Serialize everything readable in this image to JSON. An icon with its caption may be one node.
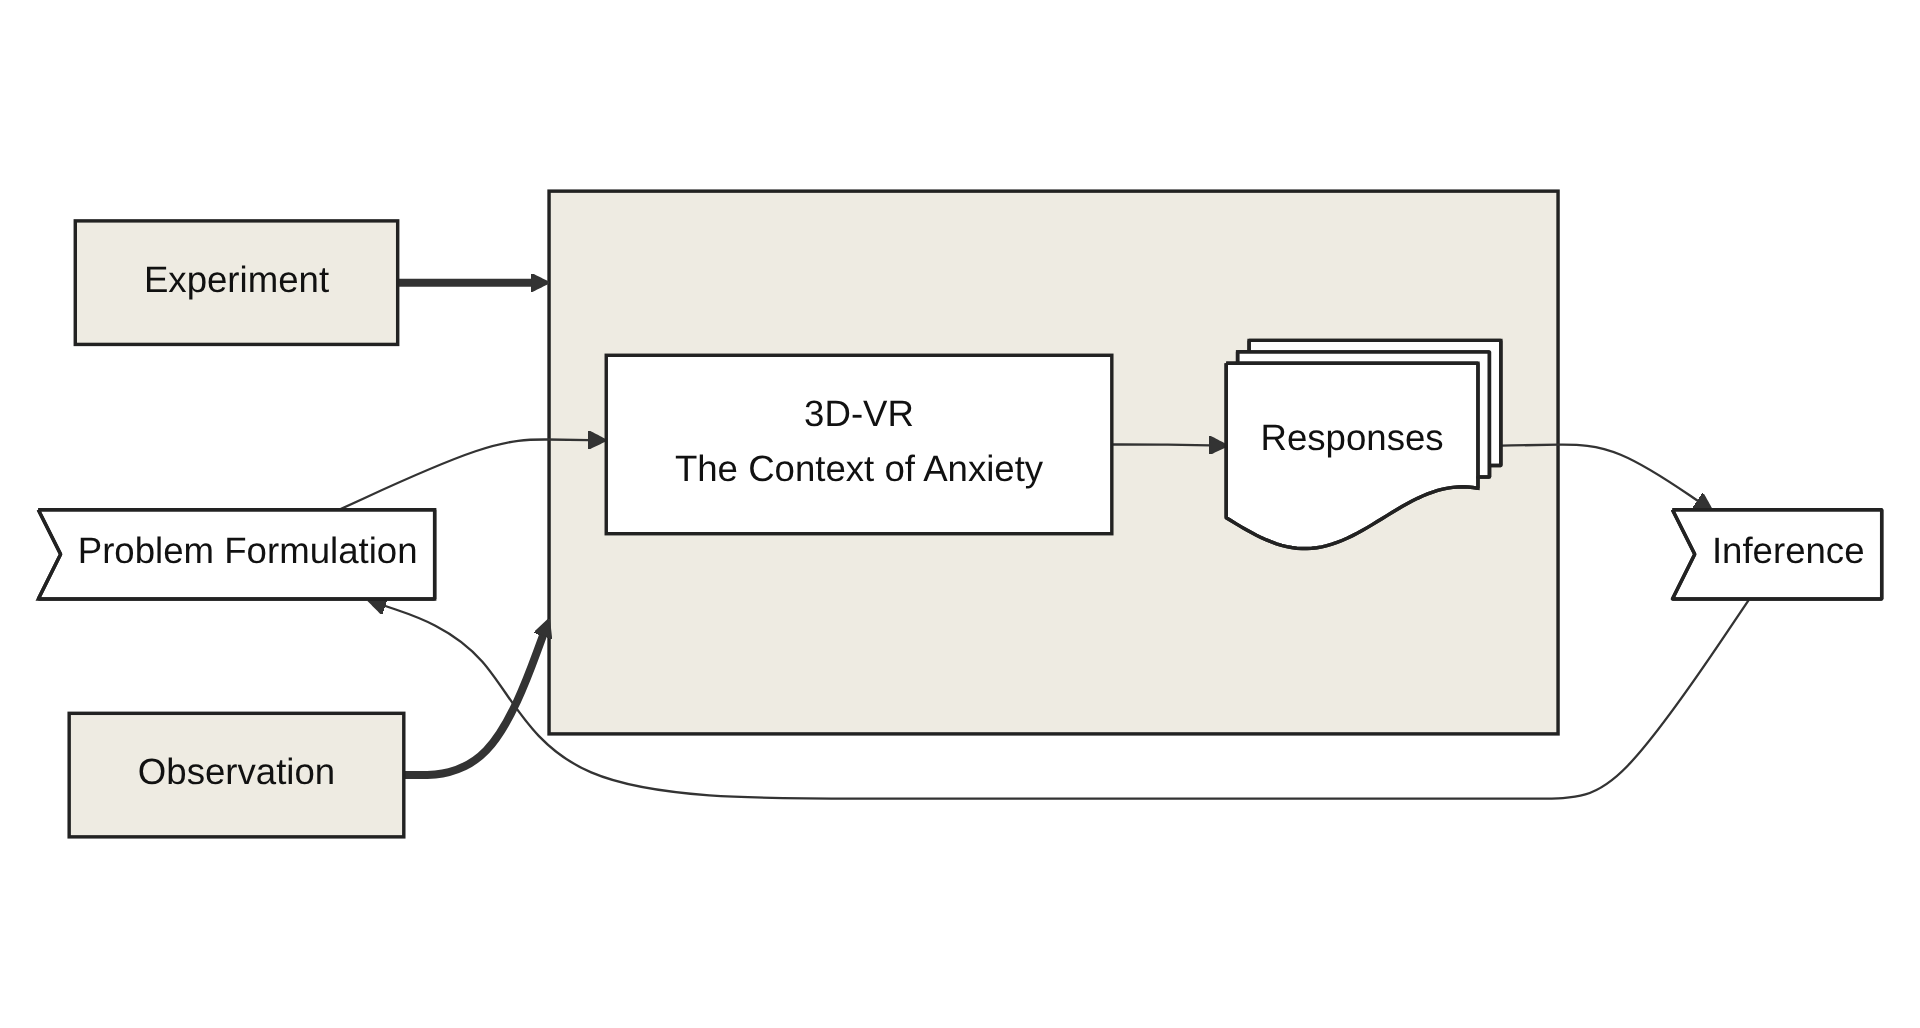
{
  "diagram": {
    "nodes": [
      {
        "text": [
          "Problem Formulation"
        ]
      },
      {
        "text": [
          "Experiment"
        ]
      },
      {
        "text": [],
        "shape": "box"
      },
      {
        "text": [
          "3D-VR",
          "The Context of Anxiety"
        ],
        "in": 2
      },
      {
        "text": [
          "Responses"
        ],
        "in": 2
      },
      {
        "text": [
          "Inference"
        ]
      },
      {
        "text": [
          "Observation"
        ]
      }
    ],
    "edges": [
      {
        "from": 0,
        "to": 3,
        "arrow": "to"
      },
      {
        "from": 3,
        "to": 4,
        "arrow": "to"
      },
      {
        "from": 4,
        "to": 5,
        "arrow": "to"
      },
      {
        "from": 5,
        "to": 0,
        "arrow": "to"
      },
      {
        "from": 1,
        "to": 2,
        "arrow": "to",
        "style": "thick"
      },
      {
        "from": 6,
        "to": 2,
        "arrow": "to",
        "style": "thick"
      }
    ]
  }
}
